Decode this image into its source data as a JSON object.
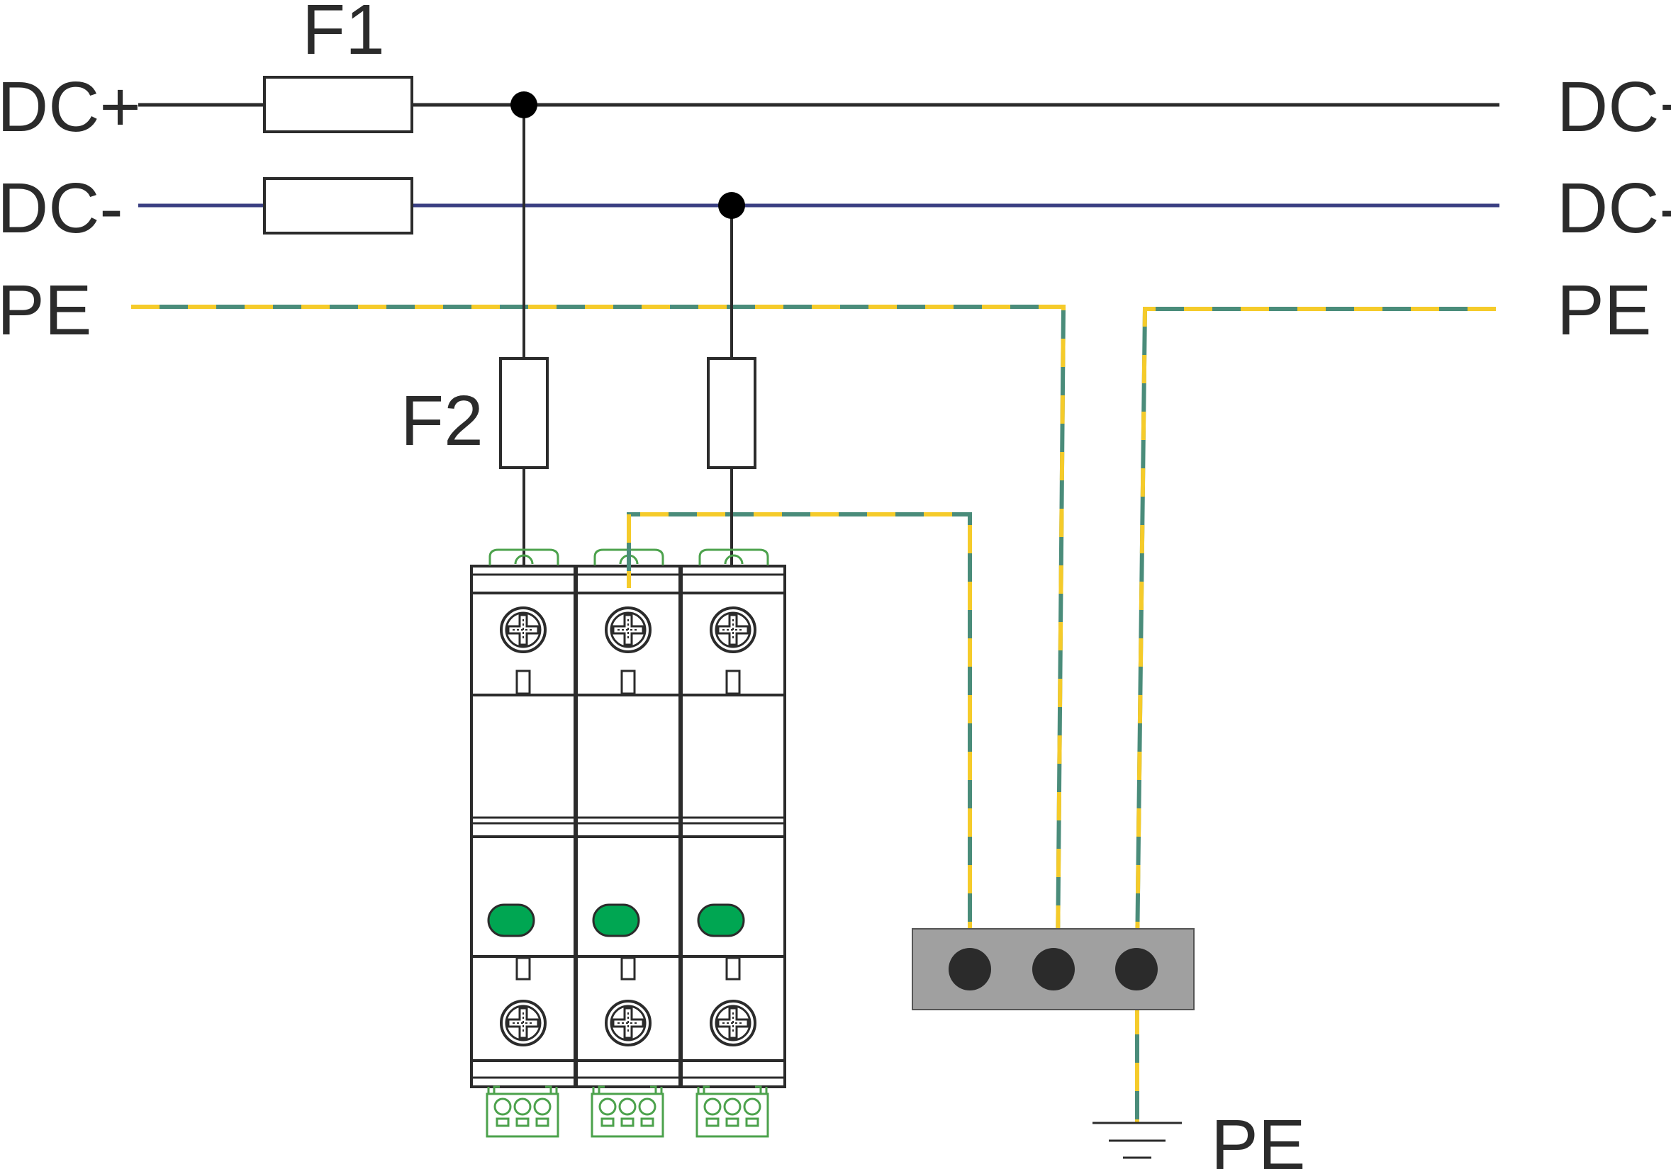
{
  "labels": {
    "dc_plus_left": "DC+",
    "dc_minus_left": "DC-",
    "pe_left": "PE",
    "dc_plus_right": "DC+",
    "dc_minus_right": "DC-",
    "pe_right": "PE",
    "fuse_f1": "F1",
    "fuse_f2": "F2",
    "earth_pe": "PE"
  },
  "colors": {
    "line": "#2b2b2b",
    "dc_minus": "#3a3f82",
    "pe_green": "#4a8c7a",
    "pe_yellow": "#f5cb2a",
    "connector_green": "#4ca24c",
    "indicator_green": "#00a652",
    "bar_grey": "#a0a0a0"
  }
}
